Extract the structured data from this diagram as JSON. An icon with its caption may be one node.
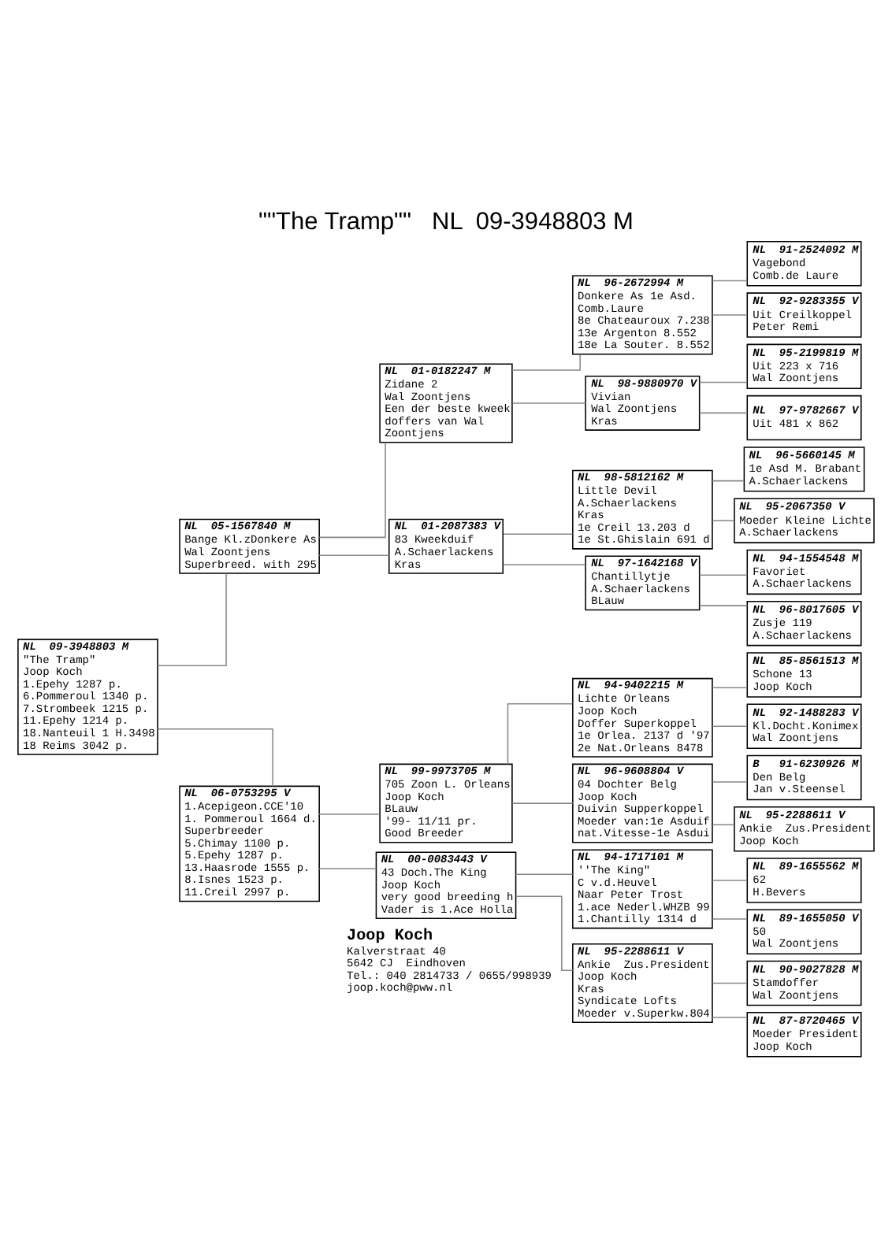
{
  "diagram": {
    "title": "\"\"The Tramp\"\"   NL  09-3948803 M",
    "nodes": [
      {
        "text": [
          "NL  09-3948803 M",
          "\"The Tramp\"",
          "Joop Koch",
          "1.Epehy 1287 p.",
          "6.Pommeroul 1340 p.",
          "7.Strombeek 1215 p.",
          "11.Epehy 1214 p.",
          "18.Nanteuil 1 H.3498",
          "18 Reims 3042 p."
        ]
      },
      {
        "text": [
          "NL  05-1567840 M",
          "Bange Kl.zDonkere As",
          "Wal Zoontjens",
          "Superbreed. with 295"
        ]
      },
      {
        "text": [
          "NL  06-0753295 V",
          "1.Acepigeon.CCE'10",
          "1. Pommeroul 1664 d.",
          "Superbreeder",
          "5.Chimay 1100 p.",
          "5.Epehy 1287 p.",
          "13.Haasrode 1555 p.",
          "8.Isnes 1523 p.",
          "11.Creil 2997 p."
        ]
      },
      {
        "text": [
          "NL  01-0182247 M",
          "Zidane 2",
          "Wal Zoontjens",
          "Een der beste kweek doffers van Wal Zoontjens"
        ]
      },
      {
        "text": [
          "NL  01-2087383 V",
          "83 Kweekduif",
          "A.Schaerlackens",
          "Kras"
        ]
      },
      {
        "text": [
          "NL  99-9973705 M",
          "705 Zoon L. Orleans",
          "Joop Koch",
          "BLauw",
          "'99- 11/11 pr.",
          "Good Breeder"
        ]
      },
      {
        "text": [
          "NL  00-0083443 V",
          "43 Doch.The King",
          "Joop Koch",
          "very good breeding h",
          "Vader is 1.Ace Holla"
        ]
      },
      {
        "text": [
          "NL  96-2672994 M",
          "Donkere As 1e Asd.",
          "Comb.Laure",
          "8e Chateauroux 7.238",
          "13e Argenton 8.552",
          "18e La Souter. 8.552"
        ]
      },
      {
        "text": [
          "NL  98-9880970 V",
          "Vivian",
          "Wal Zoontjens",
          "Kras"
        ]
      },
      {
        "text": [
          "NL  98-5812162 M",
          "Little Devil",
          "A.Schaerlackens",
          "Kras",
          "1e Creil 13.203 d",
          "1e St.Ghislain 691 d"
        ]
      },
      {
        "text": [
          "NL  97-1642168 V",
          "Chantillytje",
          "A.Schaerlackens",
          "BLauw"
        ]
      },
      {
        "text": [
          "NL  94-9402215 M",
          "Lichte Orleans",
          "Joop Koch",
          "Doffer Superkoppel",
          "1e Orlea. 2137 d '97",
          "2e Nat.Orleans 8478"
        ]
      },
      {
        "text": [
          "NL  96-9608804 V",
          "04 Dochter Belg",
          "Joop Koch",
          "Duivin Supperkoppel",
          "Moeder van:1e Asduif",
          "nat.Vitesse-1e Asdui"
        ]
      },
      {
        "text": [
          "NL  94-1717101 M",
          "''The King\"",
          "C v.d.Heuvel",
          "Naar Peter Trost",
          "1.ace Nederl.WHZB 99",
          "1.Chantilly 1314 d"
        ]
      },
      {
        "text": [
          "NL  95-2288611 V",
          "Ankie  Zus.President",
          "Joop Koch",
          "Kras",
          "Syndicate Lofts",
          "Moeder v.Superkw.804"
        ]
      },
      {
        "text": [
          "NL  91-2524092 M",
          "Vagebond",
          "Comb.de Laure"
        ]
      },
      {
        "text": [
          "NL  92-9283355 V",
          "Uit Creilkoppel",
          "Peter Remi"
        ]
      },
      {
        "text": [
          "NL  95-2199819 M",
          "Uit 223 x 716",
          "Wal Zoontjens"
        ]
      },
      {
        "text": [
          "NL  97-9782667 V",
          "Uit 481 x 862"
        ]
      },
      {
        "text": [
          "NL  96-5660145 M",
          "1e Asd M. Brabant",
          "A.Schaerlackens"
        ]
      },
      {
        "text": [
          "NL  95-2067350 V",
          "Moeder Kleine Lichte",
          "A.Schaerlackens"
        ]
      },
      {
        "text": [
          "NL  94-1554548 M",
          "Favoriet",
          "A.Schaerlackens"
        ]
      },
      {
        "text": [
          "NL  96-8017605 V",
          "Zusje 119",
          "A.Schaerlackens"
        ]
      },
      {
        "text": [
          "NL  85-8561513 M",
          "Schone 13",
          "Joop Koch"
        ]
      },
      {
        "text": [
          "NL  92-1488283 V",
          "Kl.Docht.Konimex",
          "Wal Zoontjens"
        ]
      },
      {
        "text": [
          "B   91-6230926 M",
          "Den Belg",
          "Jan v.Steensel"
        ]
      },
      {
        "text": [
          "NL  95-2288611 V",
          "Ankie  Zus.President",
          "Joop Koch"
        ]
      },
      {
        "text": [
          "NL  89-1655562 M",
          "62",
          "H.Bevers"
        ]
      },
      {
        "text": [
          "NL  89-1655050 V",
          "50",
          "Wal Zoontjens"
        ]
      },
      {
        "text": [
          "NL  90-9027828 M",
          "Stamdoffer",
          "Wal Zoontjens"
        ]
      },
      {
        "text": [
          "NL  87-8720465 V",
          "Moeder President",
          "Joop Koch"
        ]
      }
    ],
    "edges": [
      {
        "from": 0,
        "to": 1,
        "arrow": "none"
      },
      {
        "from": 0,
        "to": 2,
        "arrow": "none"
      },
      {
        "from": 1,
        "to": 3,
        "arrow": "none"
      },
      {
        "from": 1,
        "to": 4,
        "arrow": "none"
      },
      {
        "from": 2,
        "to": 5,
        "arrow": "none"
      },
      {
        "from": 2,
        "to": 6,
        "arrow": "none"
      },
      {
        "from": 3,
        "to": 7,
        "arrow": "none"
      },
      {
        "from": 3,
        "to": 8,
        "arrow": "none"
      },
      {
        "from": 4,
        "to": 9,
        "arrow": "none"
      },
      {
        "from": 4,
        "to": 10,
        "arrow": "none"
      },
      {
        "from": 5,
        "to": 11,
        "arrow": "none"
      },
      {
        "from": 5,
        "to": 12,
        "arrow": "none"
      },
      {
        "from": 6,
        "to": 13,
        "arrow": "none"
      },
      {
        "from": 6,
        "to": 14,
        "arrow": "none"
      },
      {
        "from": 7,
        "to": 15,
        "arrow": "none"
      },
      {
        "from": 7,
        "to": 16,
        "arrow": "none"
      },
      {
        "from": 8,
        "to": 17,
        "arrow": "none"
      },
      {
        "from": 8,
        "to": 18,
        "arrow": "none"
      },
      {
        "from": 9,
        "to": 19,
        "arrow": "none"
      },
      {
        "from": 9,
        "to": 20,
        "arrow": "none"
      },
      {
        "from": 10,
        "to": 21,
        "arrow": "none"
      },
      {
        "from": 10,
        "to": 22,
        "arrow": "none"
      },
      {
        "from": 11,
        "to": 23,
        "arrow": "none"
      },
      {
        "from": 11,
        "to": 24,
        "arrow": "none"
      },
      {
        "from": 12,
        "to": 25,
        "arrow": "none"
      },
      {
        "from": 12,
        "to": 26,
        "arrow": "none"
      },
      {
        "from": 13,
        "to": 27,
        "arrow": "none"
      },
      {
        "from": 13,
        "to": 28,
        "arrow": "none"
      },
      {
        "from": 14,
        "to": 29,
        "arrow": "none"
      },
      {
        "from": 14,
        "to": 30,
        "arrow": "none"
      }
    ],
    "labels": [
      "Joop Koch",
      "Kalverstraat 40",
      "5642 CJ  Eindhoven",
      "Tel.: 040 2814733 / 0655/998939",
      "joop.koch@pww.nl"
    ]
  }
}
